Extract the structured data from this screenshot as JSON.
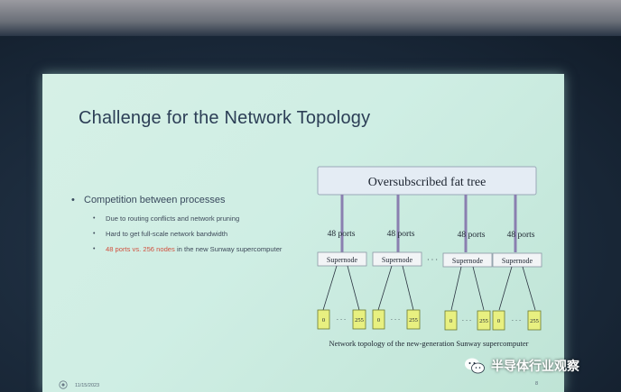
{
  "slide": {
    "title": "Challenge for the Network Topology",
    "bullets": {
      "main": "Competition between processes",
      "subs": [
        {
          "text": "Due to routing conflicts and network pruning",
          "highlight": ""
        },
        {
          "text": "Hard to get full-scale network bandwidth",
          "highlight": ""
        },
        {
          "highlight": "48 ports vs. 256 nodes",
          "text": " in the new Sunway supercomputer"
        }
      ]
    },
    "date": "11/15/2023",
    "page": "8",
    "colors": {
      "highlight": "#d1503e",
      "node_fill": "#e8f080",
      "ports_line": "#8a7fb0"
    }
  },
  "diagram": {
    "root_label": "Oversubscribed fat tree",
    "ports_label": "48 ports",
    "supernode_label": "Supernode",
    "node_first": "0",
    "node_last": "255",
    "ellipsis": "· · ·",
    "caption": "Network topology of the new-generation Sunway supercomputer"
  },
  "watermark": {
    "text": "半导体行业观察",
    "icon": "wechat-icon"
  }
}
